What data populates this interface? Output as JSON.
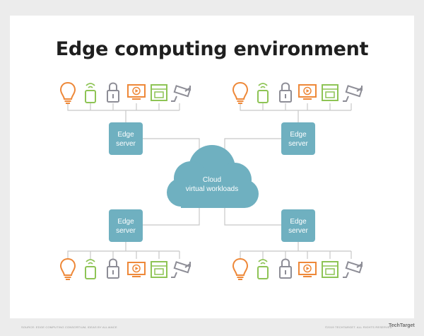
{
  "title": "Edge computing environment",
  "cloud": {
    "line1": "Cloud",
    "line2": "virtual workloads"
  },
  "servers": [
    {
      "line1": "Edge",
      "line2": "server"
    },
    {
      "line1": "Edge",
      "line2": "server"
    },
    {
      "line1": "Edge",
      "line2": "server"
    },
    {
      "line1": "Edge",
      "line2": "server"
    }
  ],
  "device_icons": [
    "lightbulb-icon",
    "sensor-icon",
    "lock-icon",
    "display-icon",
    "oven-icon",
    "camera-icon"
  ],
  "colors": {
    "teal": "#6fb0c0",
    "orange": "#ee8838",
    "green": "#8ec455",
    "gray": "#8d8d96",
    "line": "#c8c8c8"
  },
  "footer": {
    "left": "SOURCE: EDGE COMPUTING CONSORTIUM; IDEAS BY ALLIANCE",
    "right": "©2019 TECHTARGET. ALL RIGHTS RESERVED",
    "brand": "TechTarget"
  }
}
